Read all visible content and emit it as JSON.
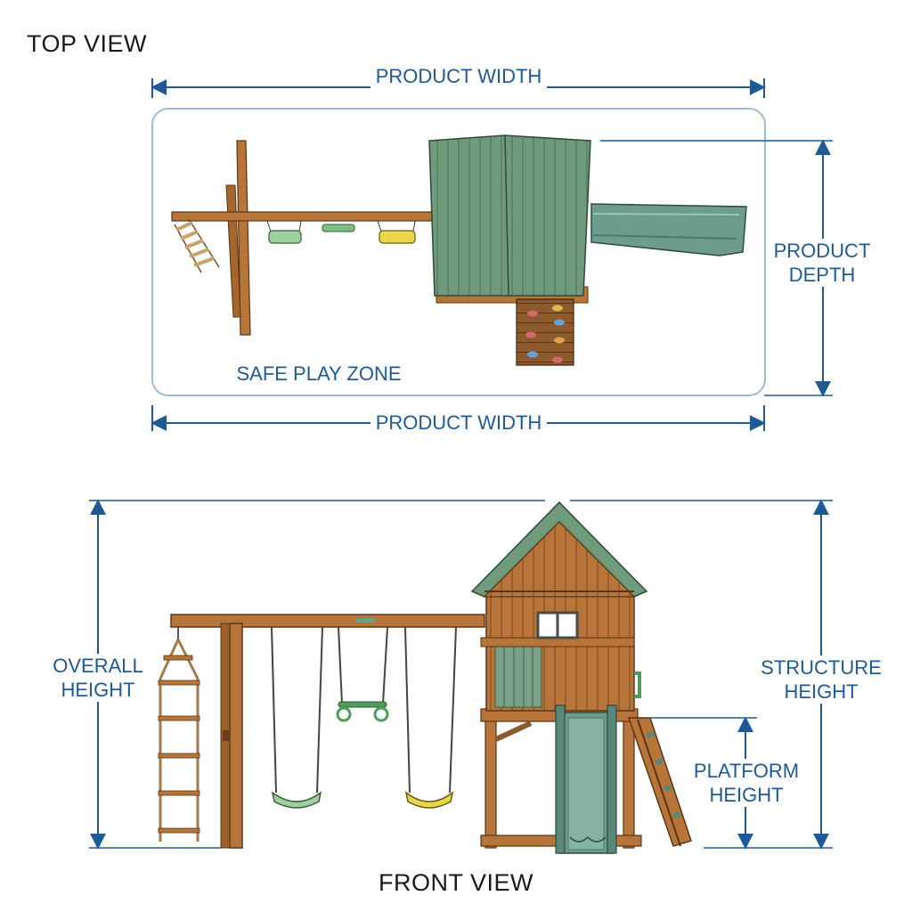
{
  "top_view": {
    "title": "TOP VIEW",
    "width_label_top": "PRODUCT WIDTH",
    "width_label_bottom": "PRODUCT WIDTH",
    "depth_label_line1": "PRODUCT",
    "depth_label_line2": "DEPTH",
    "zone_label": "SAFE PLAY ZONE"
  },
  "front_view": {
    "title": "FRONT VIEW",
    "overall_height_line1": "OVERALL",
    "overall_height_line2": "HEIGHT",
    "structure_height_line1": "STRUCTURE",
    "structure_height_line2": "HEIGHT",
    "platform_height_line1": "PLATFORM",
    "platform_height_line2": "HEIGHT"
  },
  "colors": {
    "dimension_blue": "#1e5a96",
    "wood": "#b8753a",
    "wood_dark": "#7a4a22",
    "roof_green": "#6f9a7c",
    "slide_green": "#6e9c8c",
    "swing_green": "#9fd0a0",
    "swing_yellow": "#e9d64a"
  }
}
